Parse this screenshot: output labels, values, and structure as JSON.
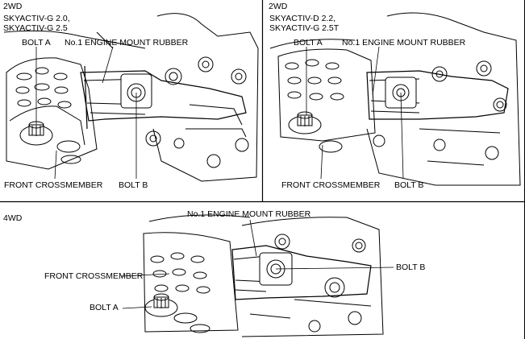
{
  "panels": {
    "top_left": {
      "drive": "2WD",
      "engine_line1": "SKYACTIV-G 2.0,",
      "engine_line2": "SKYACTIV-G 2.5",
      "bolt_a": "BOLT A",
      "mount": "No.1 ENGINE MOUNT RUBBER",
      "crossmember": "FRONT CROSSMEMBER",
      "bolt_b": "BOLT B"
    },
    "top_right": {
      "drive": "2WD",
      "engine_line1": "SKYACTIV-D 2.2,",
      "engine_line2": "SKYACTIV-G 2.5T",
      "bolt_a": "BOLT A",
      "mount": "No.1 ENGINE MOUNT RUBBER",
      "crossmember": "FRONT CROSSMEMBER",
      "bolt_b": "BOLT B"
    },
    "bottom": {
      "drive": "4WD",
      "mount": "No.1 ENGINE MOUNT RUBBER",
      "bolt_b": "BOLT B",
      "crossmember": "FRONT CROSSMEMBER",
      "bolt_a": "BOLT A"
    }
  },
  "colors": {
    "line": "#000000",
    "background": "#ffffff"
  }
}
